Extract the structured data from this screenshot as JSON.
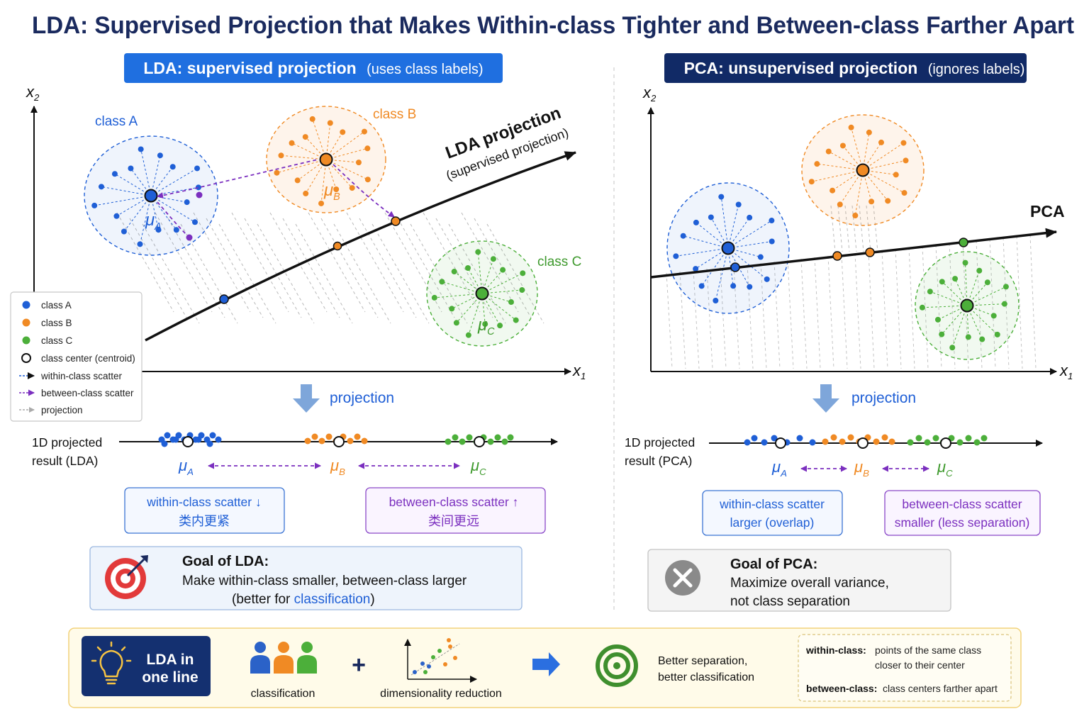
{
  "title": "LDA: Supervised Projection that Makes Within-class Tighter and Between-class Farther Apart",
  "left_panel": {
    "header_main": "LDA: supervised projection",
    "header_paren": "(uses class labels)",
    "axis_x": "x",
    "axis_x_sub": "1",
    "axis_y": "x",
    "axis_y_sub": "2",
    "class_a_label": "class A",
    "class_b_label": "class B",
    "class_c_label": "class C",
    "mu": "μ",
    "sub_a": "A",
    "sub_b": "B",
    "sub_c": "C",
    "projection_line_label": "LDA projection",
    "projection_line_sublabel": "(supervised projection)",
    "projection_arrow_label": "projection",
    "result_label_line1": "1D projected",
    "result_label_line2": "result (LDA)",
    "within_box_line1": "within-class scatter ↓",
    "within_box_line2": "类内更紧",
    "between_box_line1": "between-class scatter ↑",
    "between_box_line2": "类间更远",
    "goal_title": "Goal of LDA:",
    "goal_line1": "Make within-class smaller, between-class larger",
    "goal_line2_pre": "(better for ",
    "goal_line2_highlight": "classification",
    "goal_line2_post": ")"
  },
  "legend": {
    "items": [
      "class A",
      "class B",
      "class C",
      "class center (centroid)",
      "within-class scatter",
      "between-class scatter",
      "projection"
    ]
  },
  "right_panel": {
    "header_main": "PCA: unsupervised projection",
    "header_paren": "(ignores labels)",
    "axis_x": "x",
    "axis_x_sub": "1",
    "axis_y": "x",
    "axis_y_sub": "2",
    "pca_label": "PCA",
    "projection_arrow_label": "projection",
    "result_label_line1": "1D projected",
    "result_label_line2": "result (PCA)",
    "within_box_line1": "within-class scatter",
    "within_box_line2": "larger (overlap)",
    "between_box_line1": "between-class scatter",
    "between_box_line2": "smaller (less separation)",
    "goal_title": "Goal of PCA:",
    "goal_line1": "Maximize overall variance,",
    "goal_line2": "not class separation"
  },
  "bottom_bar": {
    "badge_line1": "LDA in",
    "badge_line2": "one line",
    "classification_label": "classification",
    "plus": "+",
    "dimred_label": "dimensionality reduction",
    "result_line1": "Better separation,",
    "result_line2": "better classification",
    "def_within_term": "within-class:",
    "def_within_line1": "points of the same class",
    "def_within_line2": "closer to their center",
    "def_between_term": "between-class:",
    "def_between_text": "class centers farther apart"
  },
  "colors": {
    "title": "#1a2a5e",
    "blue": "#1f5fd6",
    "orange": "#f08a24",
    "green": "#4caf3a",
    "purple": "#7b2fbf",
    "lda_header_bg": "#1f6fe0",
    "pca_header_bg": "#112a66",
    "badge_bg": "#143070",
    "bottom_bg": "#fffbe9",
    "bottom_border": "#f2d27a"
  }
}
